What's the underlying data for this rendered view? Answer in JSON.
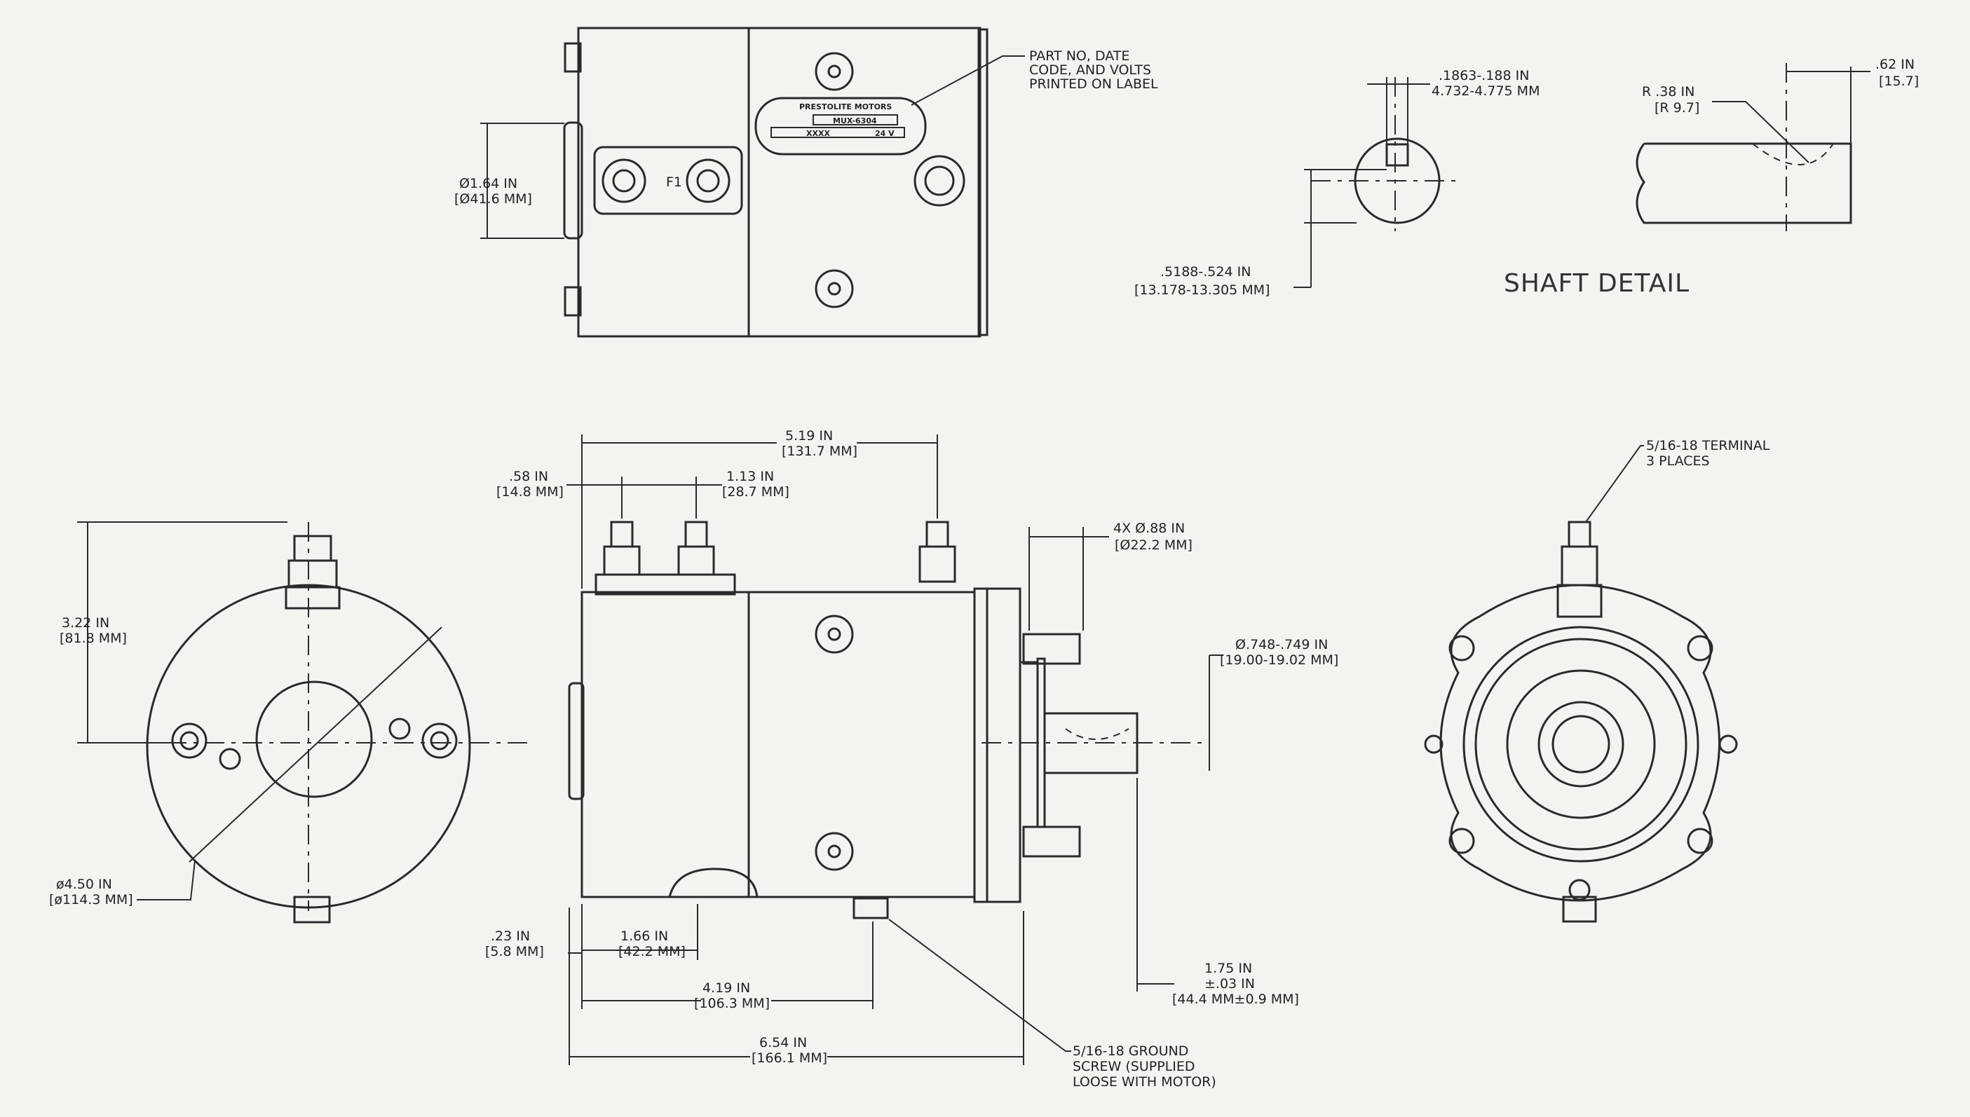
{
  "shaft_detail": {
    "title": "SHAFT DETAIL",
    "key_width_in": ".1863-.188 IN",
    "key_width_mm": "4.732-4.775 MM",
    "key_depth_in": ".5188-.524 IN",
    "key_depth_mm": "[13.178-13.305 MM]",
    "radius_in": "R .38 IN",
    "radius_mm": "[R 9.7]",
    "length_in": ".62 IN",
    "length_mm": "[15.7]"
  },
  "top_view": {
    "label_note_1": "PART NO, DATE",
    "label_note_2": "CODE, AND VOLTS",
    "label_note_3": "PRINTED ON LABEL",
    "dia_in": "Ø1.64 IN",
    "dia_mm": "[Ø41.6 MM]",
    "nameplate_brand": "PRESTOLITE MOTORS",
    "nameplate_model": "MUX-6304",
    "nameplate_code": "XXXX",
    "nameplate_volts": "24 V",
    "terminal_mark": "F1"
  },
  "front_view": {
    "height_in": "3.22 IN",
    "height_mm": "[81.8 MM]",
    "dia_in": "ø4.50 IN",
    "dia_mm": "[ø114.3 MM]"
  },
  "side_view": {
    "overall_in": "5.19 IN",
    "overall_mm": "[131.7 MM]",
    "term_offset_in": ".58 IN",
    "term_offset_mm": "[14.8 MM]",
    "term_spacing_in": "1.13 IN",
    "term_spacing_mm": "[28.7 MM]",
    "studs_in": "4X Ø.88 IN",
    "studs_mm": "[Ø22.2 MM]",
    "shaft_dia_in": "Ø.748-.749 IN",
    "shaft_dia_mm": "[19.00-19.02 MM]",
    "left_offset_in": ".23 IN",
    "left_offset_mm": "[5.8 MM]",
    "cut_in": "1.66 IN",
    "cut_mm": "[42.2 MM]",
    "ground_pos_in": "4.19 IN",
    "ground_pos_mm": "[106.3 MM]",
    "total_in": "6.54 IN",
    "total_mm": "[166.1 MM]",
    "shaft_len_in": "1.75 IN",
    "shaft_tol_in": "±.03 IN",
    "shaft_len_mm": "[44.4 MM±0.9 MM]",
    "ground_note_1": "5/16-18 GROUND",
    "ground_note_2": "SCREW (SUPPLIED",
    "ground_note_3": "LOOSE WITH MOTOR)"
  },
  "end_view": {
    "terminal_note_1": "5/16-18 TERMINAL",
    "terminal_note_2": "3 PLACES"
  }
}
